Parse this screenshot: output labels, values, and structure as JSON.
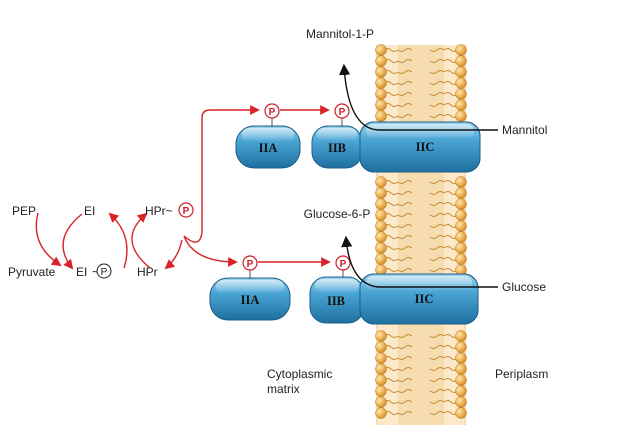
{
  "labels": {
    "mannitol_1_p": "Mannitol-1-P",
    "mannitol": "Mannitol",
    "glucose_6_p": "Glucose-6-P",
    "glucose": "Glucose",
    "pep": "PEP",
    "pyruvate": "Pyruvate",
    "ei": "EI",
    "ei_p": "EI",
    "hpr_p": "HPr~",
    "hpr": "HPr",
    "cytoplasmic_matrix_line1": "Cytoplasmic",
    "cytoplasmic_matrix_line2": "matrix",
    "periplasm": "Periplasm",
    "phospho": "P"
  },
  "domains": {
    "mannitol_IIA": "IIA",
    "mannitol_IIB": "IIB",
    "mannitol_IIC": "IIC",
    "glucose_IIA": "IIA",
    "glucose_IIB": "IIB",
    "glucose_IIC": "IIC"
  },
  "colors": {
    "arrow_red": "#d8232a",
    "protein_blue": "#3a93c4",
    "lipid_orange": "#e8a94a",
    "membrane_interior": "#f6dcae"
  }
}
